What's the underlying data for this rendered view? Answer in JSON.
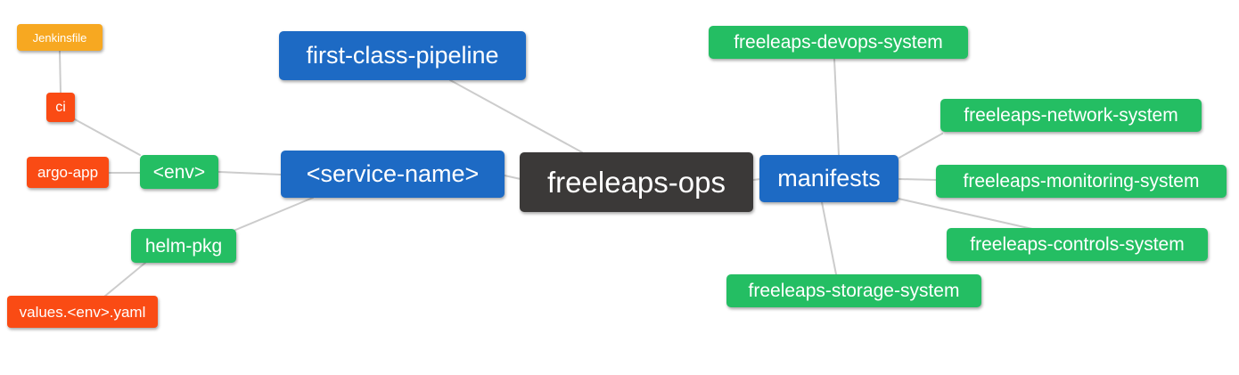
{
  "diagram": {
    "kind": "mindmap",
    "background": "#FFFFFF",
    "edge_color": "#CCCCCC"
  },
  "palette": {
    "root_dark": "#3B3938",
    "branch_blue": "#1D6AC4",
    "sub_green": "#24BE63",
    "leaf_red": "#FA4B14",
    "leaf_orange": "#F7A821"
  },
  "nodes": {
    "freeleaps_ops": {
      "label": "freeleaps-ops",
      "color": "#3B3938"
    },
    "first_class_pipeline": {
      "label": "first-class-pipeline",
      "color": "#1D6AC4"
    },
    "service_name": {
      "label": "<service-name>",
      "color": "#1D6AC4"
    },
    "manifests": {
      "label": "manifests",
      "color": "#1D6AC4"
    },
    "env": {
      "label": "<env>",
      "color": "#24BE63"
    },
    "helm_pkg": {
      "label": "helm-pkg",
      "color": "#24BE63"
    },
    "ci": {
      "label": "ci",
      "color": "#FA4B14"
    },
    "argo_app": {
      "label": "argo-app",
      "color": "#FA4B14"
    },
    "values_env_yaml": {
      "label": "values.<env>.yaml",
      "color": "#FA4B14"
    },
    "jenkinsfile": {
      "label": "Jenkinsfile",
      "color": "#F7A821"
    },
    "devops_system": {
      "label": "freeleaps-devops-system",
      "color": "#24BE63"
    },
    "network_system": {
      "label": "freeleaps-network-system",
      "color": "#24BE63"
    },
    "monitoring_system": {
      "label": "freeleaps-monitoring-system",
      "color": "#24BE63"
    },
    "controls_system": {
      "label": "freeleaps-controls-system",
      "color": "#24BE63"
    },
    "storage_system": {
      "label": "freeleaps-storage-system",
      "color": "#24BE63"
    }
  },
  "hierarchy": {
    "root": "freeleaps-ops",
    "edges": [
      [
        "freeleaps-ops",
        "first-class-pipeline"
      ],
      [
        "freeleaps-ops",
        "<service-name>"
      ],
      [
        "freeleaps-ops",
        "manifests"
      ],
      [
        "<service-name>",
        "<env>"
      ],
      [
        "<service-name>",
        "helm-pkg"
      ],
      [
        "<env>",
        "ci"
      ],
      [
        "<env>",
        "argo-app"
      ],
      [
        "ci",
        "Jenkinsfile"
      ],
      [
        "helm-pkg",
        "values.<env>.yaml"
      ],
      [
        "manifests",
        "freeleaps-devops-system"
      ],
      [
        "manifests",
        "freeleaps-network-system"
      ],
      [
        "manifests",
        "freeleaps-monitoring-system"
      ],
      [
        "manifests",
        "freeleaps-controls-system"
      ],
      [
        "manifests",
        "freeleaps-storage-system"
      ]
    ]
  }
}
